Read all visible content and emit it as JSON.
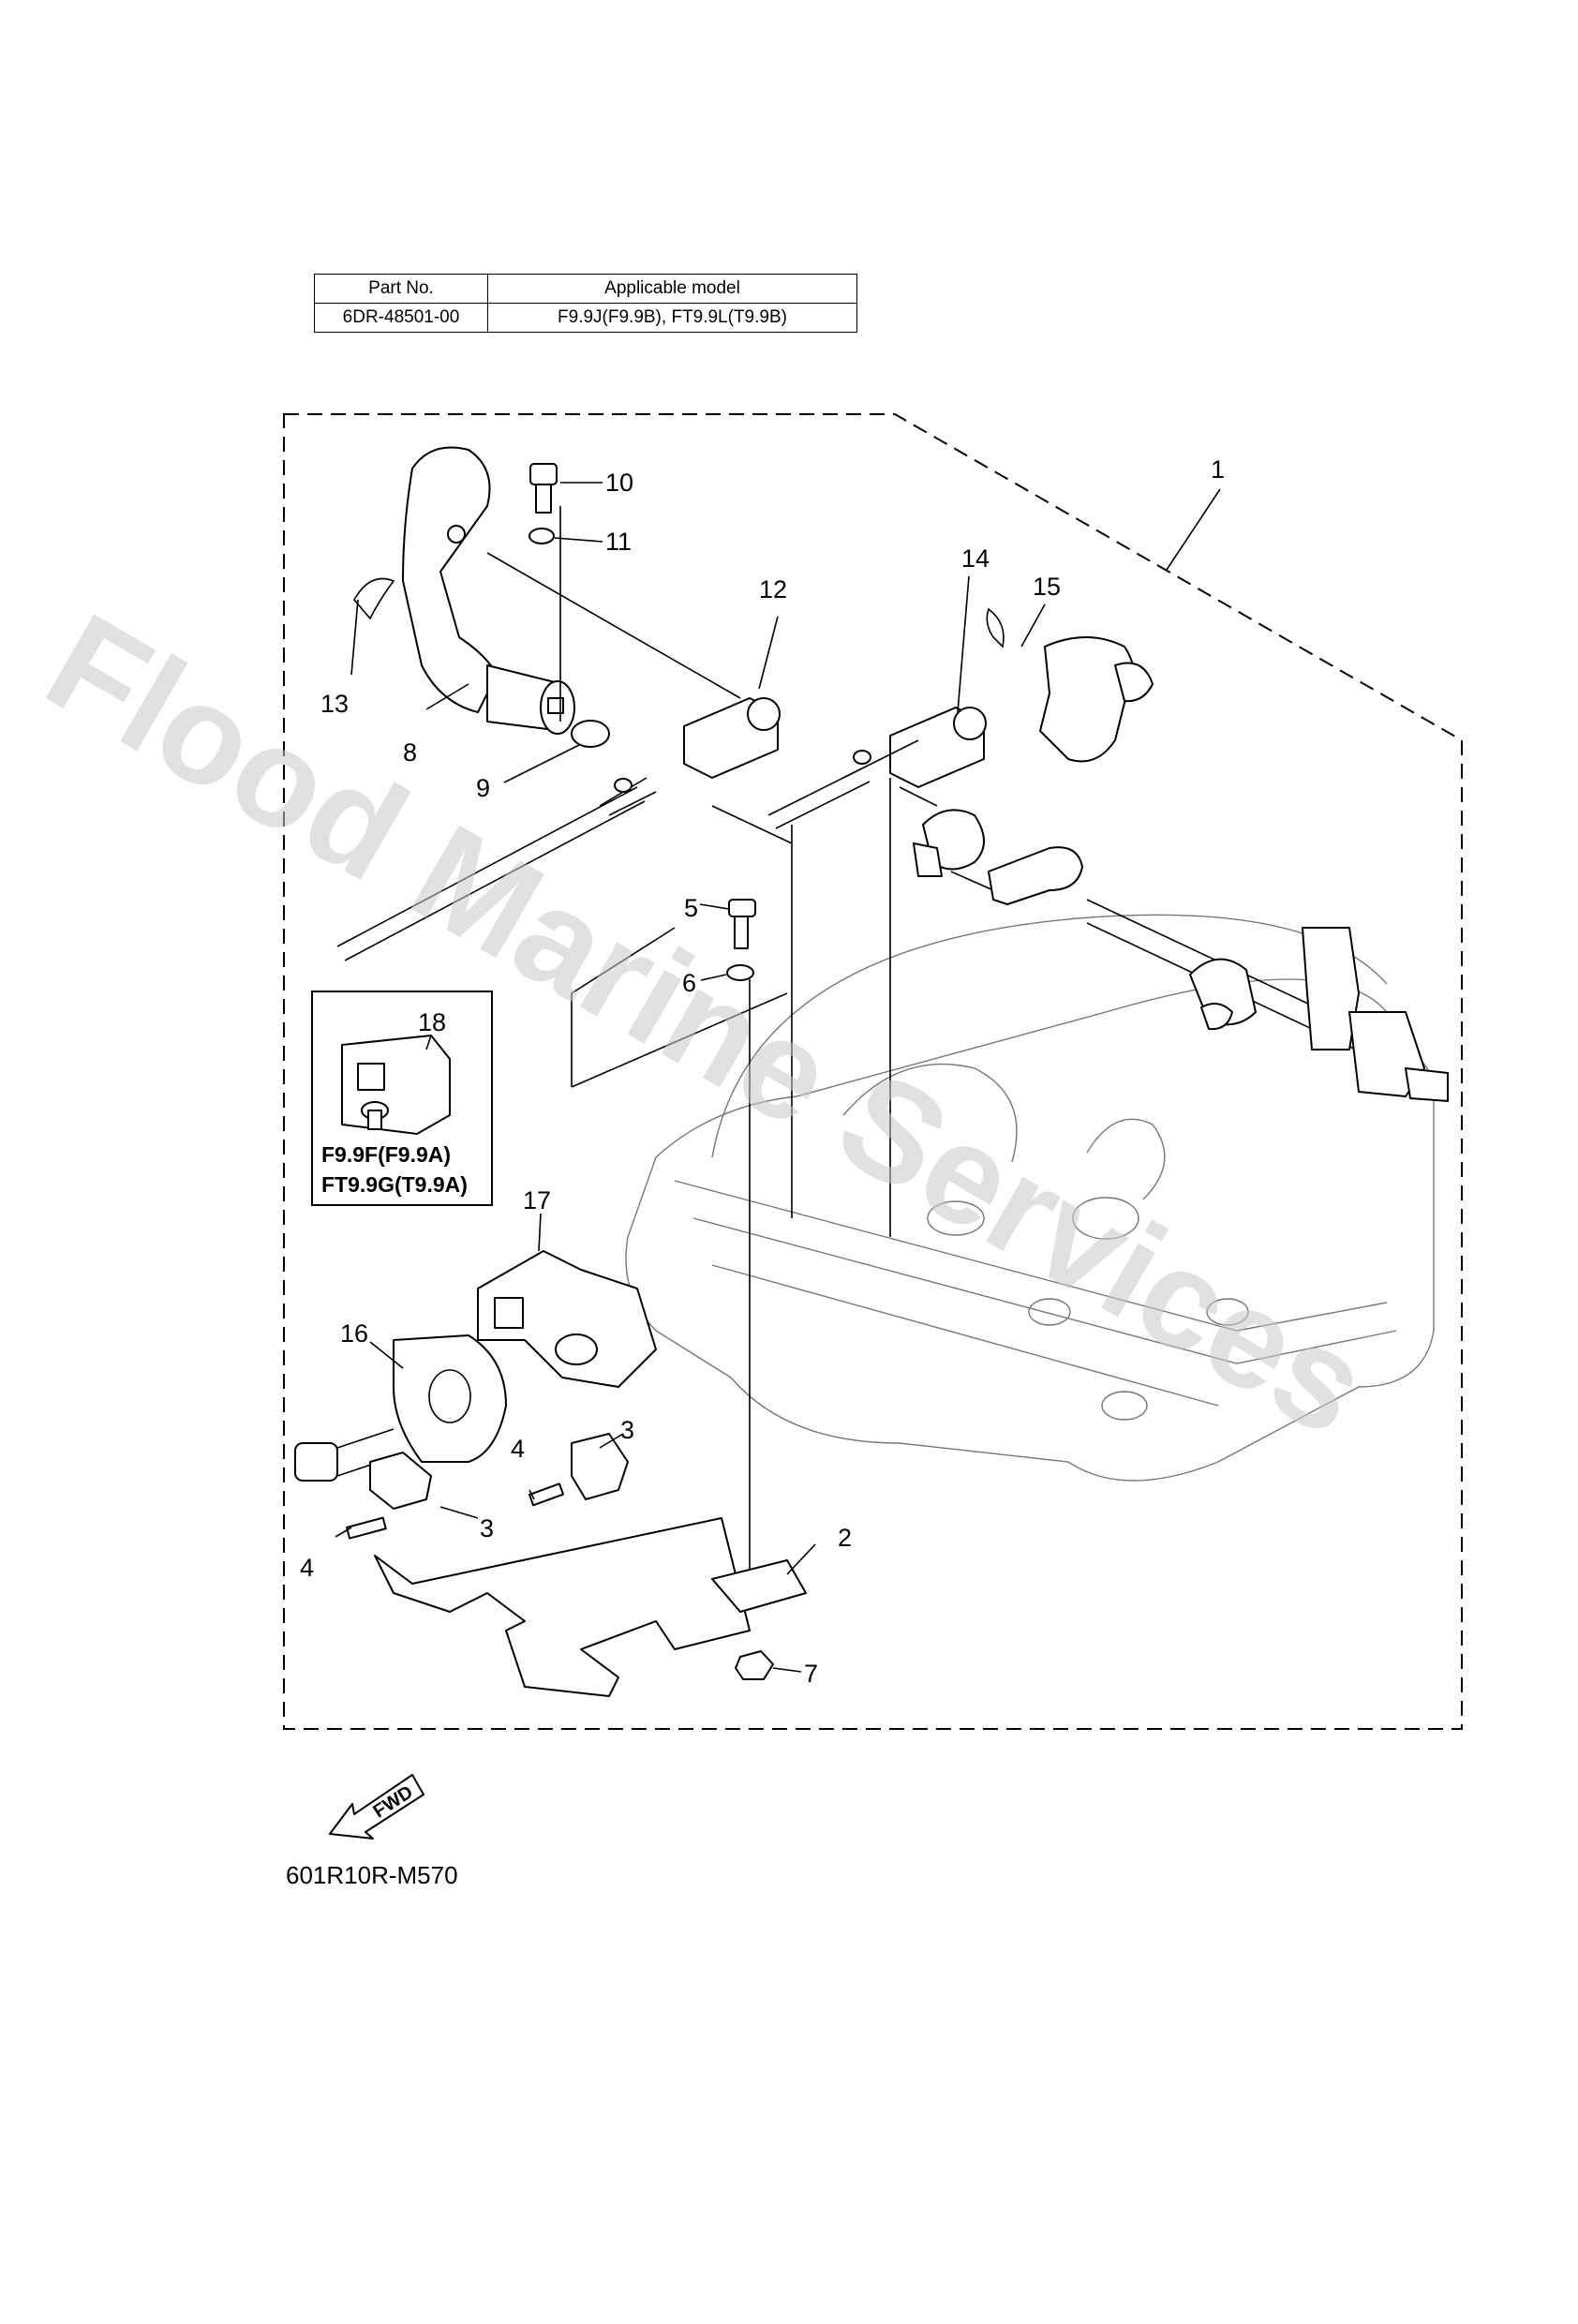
{
  "table": {
    "headers": [
      "Part No.",
      "Applicable model"
    ],
    "rows": [
      [
        "6DR-48501-00",
        "F9.9J(F9.9B), FT9.9L(T9.9B)"
      ]
    ]
  },
  "callouts": [
    "1",
    "2",
    "3",
    "3",
    "4",
    "4",
    "5",
    "6",
    "7",
    "8",
    "9",
    "10",
    "11",
    "12",
    "13",
    "14",
    "15",
    "16",
    "17",
    "18"
  ],
  "variant_box": {
    "number": "18",
    "models": [
      "F9.9F(F9.9A)",
      "FT9.9G(T9.9A)"
    ]
  },
  "fwd_label": "FWD",
  "diagram_code": "601R10R-M570",
  "watermark": "Flood Marine Services"
}
